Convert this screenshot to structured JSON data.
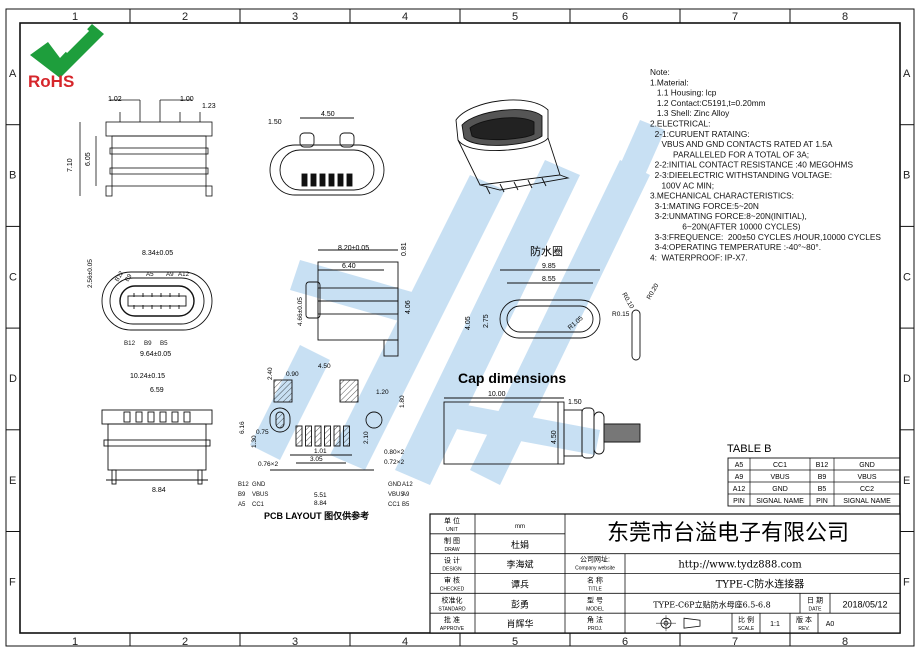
{
  "frame": {
    "col_labels": [
      "1",
      "2",
      "3",
      "4",
      "5",
      "6",
      "7",
      "8"
    ],
    "row_labels": [
      "A",
      "B",
      "C",
      "D",
      "E",
      "F"
    ]
  },
  "logo": {
    "text": "RoHS"
  },
  "notes": {
    "lines": [
      "Note:",
      "1.Material:",
      "   1.1 Housing: lcp",
      "   1.2 Contact:C5191,t=0.20mm",
      "   1.3 Shell: Zinc Alloy",
      "2.ELECTRICAL:",
      "  2-1:CURUENT RATAING:",
      "     VBUS AND GND CONTACTS RATED AT 1.5A",
      "          PARALLELED FOR A TOTAL OF 3A;",
      "  2-2:INITIAL CONTACT RESISTANCE :40 MEGOHMS",
      "  2-3:DIEELECTRIC WITHSTANDING VOLTAGE:",
      "     100V AC MIN;",
      "3.MECHANICAL CHARACTERISTICS:",
      "  3-1:MATING FORCE:5~20N",
      "  3-2:UNMATING FORCE:8~20N(INITIAL),",
      "              6~20N(AFTER 10000 CYCLES)",
      "  3-3:FREQUENCE:  200±50 CYCLES /HOUR,10000 CYCLES",
      "  3-4:OPERATING TEMPERATURE :-40°~80°.",
      "4:  WATERPROOF: IP-X7."
    ]
  },
  "labels": {
    "waterproof_ring": "防水圈",
    "cap_dimensions": "Cap dimensions",
    "pcb_layout": "PCB LAYOUT  图仅供参考",
    "table_b": "TABLE B"
  },
  "dims": {
    "d102": "1.02",
    "d100": "1.00",
    "d123": "1.23",
    "d150a": "1.50",
    "d450a": "4.50",
    "d710": "7.10",
    "d605": "6.05",
    "d834": "8.34±0.05",
    "d256": "2.56±0.05",
    "d964": "9.64±0.05",
    "d820": "8.20±0.05",
    "d640": "6.40",
    "d081": "0.81",
    "d466": "4.66±0.05",
    "d406": "4.06",
    "d985": "9.85",
    "d855": "8.55",
    "d405": "4.05",
    "d275": "2.75",
    "r105": "R1.05",
    "r010": "R0.10",
    "r020": "R0.20",
    "r015": "R0.15",
    "d1024": "10.24±0.15",
    "d659": "6.59",
    "d884": "8.84",
    "d240": "2.40",
    "d090": "0.90",
    "d450b": "4.50",
    "d120": "1.20",
    "d180": "1.80",
    "d616": "6.16",
    "d075": "0.75",
    "d130": "1.30",
    "d210": "2.10",
    "d080": "0.80×2",
    "d072": "0.72×2",
    "d076": "0.76×2",
    "d101": "1.01",
    "d305": "3.05",
    "d551": "5.51",
    "d884b": "8.84",
    "d1000": "10.00",
    "d150b": "1.50",
    "d450c": "4.50"
  },
  "pins": {
    "top_front": [
      "B12",
      "B9",
      "A5",
      "A9",
      "A12"
    ],
    "bottom_front": [
      "B12",
      "B9",
      "B5"
    ],
    "pcb_top": [
      "B12",
      "GND",
      "B9",
      "VBUS",
      "A5",
      "CC1"
    ],
    "pcb_right": [
      "GND",
      "A12",
      "VBUS",
      "A9",
      "CC1",
      "B5"
    ]
  },
  "table_b": {
    "rows": [
      [
        "A5",
        "CC1",
        "B12",
        "GND"
      ],
      [
        "A9",
        "VBUS",
        "B9",
        "VBUS"
      ],
      [
        "A12",
        "GND",
        "B5",
        "CC2"
      ],
      [
        "PIN",
        "SIGNAL NAME",
        "PIN",
        "SIGNAL NAME"
      ]
    ]
  },
  "title_block": {
    "unit_cn": "单  位",
    "unit_en": "UNIT",
    "unit_val": "mm",
    "draw_cn": "制  图",
    "draw_en": "DRAW",
    "draw_val": "杜娟",
    "design_cn": "设  计",
    "design_en": "DESIGN",
    "design_val": "李海斌",
    "check_cn": "审  核",
    "check_en": "CHECKED",
    "check_val": "谭兵",
    "std_cn": "校准化",
    "std_en": "STANDARD",
    "std_val": "彭勇",
    "appr_cn": "批  准",
    "appr_en": "APPROVE",
    "appr_val": "肖辉华",
    "company": "东莞市台溢电子有限公司",
    "web_cn": "公司网址:",
    "web_en": "Company website",
    "web_val": "http://www.tydz888.com",
    "title_cn": "名  称",
    "title_en": "TITLE",
    "title_val": "TYPE-C防水连接器",
    "model_cn": "型  号",
    "model_en": "MODEL",
    "model_val": "TYPE-C6P立贴防水母座6.5-6.8",
    "date_cn": "日  期",
    "date_en": "DATE",
    "date_val": "2018/05/12",
    "proj_cn": "角  法",
    "proj_en": "PROJ.",
    "scale_cn": "比  例",
    "scale_en": "SCALE",
    "scale_val": "1:1",
    "rev_cn": "版 本",
    "rev_en": "REV.",
    "rev_val": "A0"
  },
  "colors": {
    "line": "#111111",
    "watermark": "#9cc7ea",
    "logo_green": "#1e9e3c",
    "logo_red": "#d6262b"
  }
}
